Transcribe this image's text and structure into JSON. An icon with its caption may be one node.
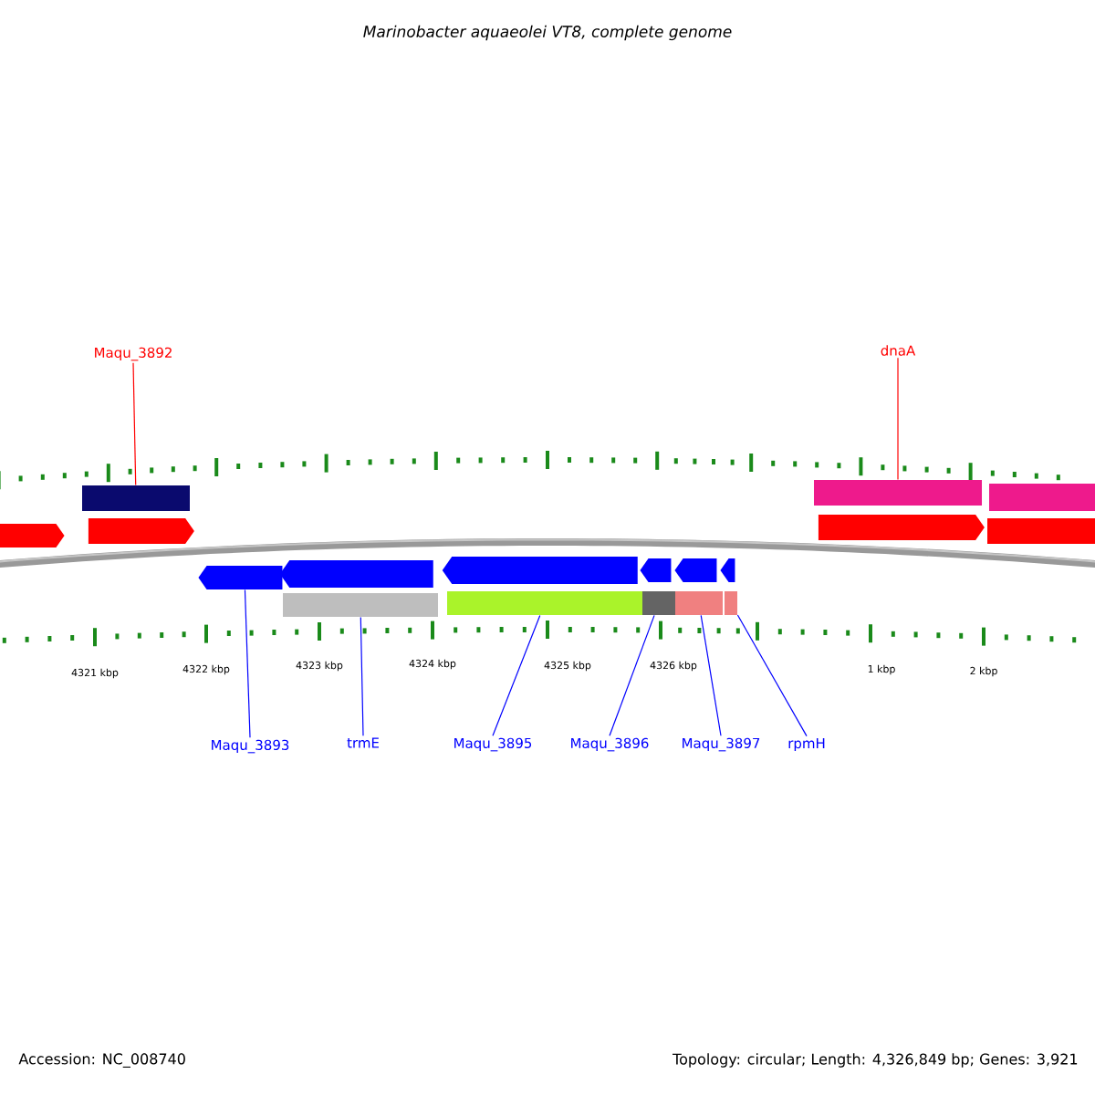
{
  "diagram": {
    "title": "Marinobacter aquaeolei VT8, complete genome",
    "nodes": [
      {
        "text": [
          "Maqu_3892"
        ]
      },
      {
        "text": [
          "dnaA"
        ]
      },
      {
        "text": [
          "Maqu_3893"
        ]
      },
      {
        "text": [
          "trmE"
        ]
      },
      {
        "text": [
          "Maqu_3895"
        ]
      },
      {
        "text": [
          "Maqu_3896"
        ]
      },
      {
        "text": [
          "Maqu_3897"
        ]
      },
      {
        "text": [
          "rpmH"
        ]
      },
      {
        "text": [],
        "shape": "arrow"
      },
      {
        "text": [],
        "shape": "bar"
      },
      {
        "text": [],
        "shape": "arrow"
      },
      {
        "text": [],
        "shape": "arrow"
      },
      {
        "text": [],
        "shape": "bar"
      },
      {
        "text": [],
        "shape": "arrow"
      },
      {
        "text": [],
        "shape": "arrow"
      },
      {
        "text": [],
        "shape": "bar"
      },
      {
        "text": [],
        "shape": "bar"
      },
      {
        "text": [],
        "shape": "arrow"
      },
      {
        "text": [],
        "shape": "bar"
      },
      {
        "text": [],
        "shape": "arrow"
      },
      {
        "text": [],
        "shape": "arrow"
      },
      {
        "text": [],
        "shape": "bar"
      },
      {
        "text": [],
        "shape": "bar"
      },
      {
        "text": [],
        "shape": "arrow"
      },
      {
        "text": [],
        "shape": "bar"
      },
      {
        "text": [],
        "shape": "bar"
      }
    ],
    "edges": [
      {
        "from": 0,
        "to": 9,
        "arrow": "none",
        "color": "#ff0000"
      },
      {
        "from": 1,
        "to": 22,
        "arrow": "none",
        "color": "#ff0000"
      },
      {
        "from": 2,
        "to": 11,
        "arrow": "none"
      },
      {
        "from": 3,
        "to": 12,
        "arrow": "none"
      },
      {
        "from": 4,
        "to": 15,
        "arrow": "none"
      },
      {
        "from": 5,
        "to": 16,
        "arrow": "none"
      },
      {
        "from": 6,
        "to": 18,
        "arrow": "none"
      },
      {
        "from": 7,
        "to": 21,
        "arrow": "none"
      }
    ],
    "labels": [
      "4321 kbp",
      "4322 kbp",
      "4323 kbp",
      "4324 kbp",
      "4325 kbp",
      "4326 kbp",
      "1 kbp",
      "2 kbp",
      "Accession: NC_008740",
      "Topology: circular; Length: 4,326,849 bp; Genes: 3,921"
    ]
  }
}
